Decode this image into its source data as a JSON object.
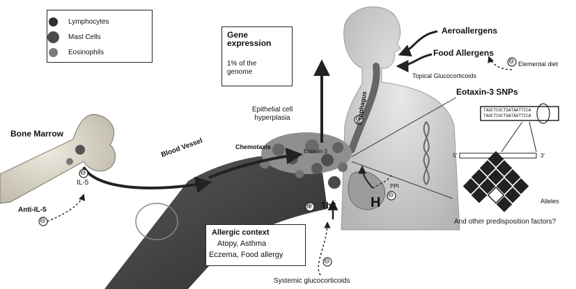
{
  "legend": {
    "items": [
      {
        "label": "Lymphocytes",
        "color": "#2e2e2e"
      },
      {
        "label": "Mast Cells",
        "color": "#4a4a4a"
      },
      {
        "label": "Eosinophils",
        "color": "#7a7a7a"
      }
    ]
  },
  "gene_expression": {
    "title": "Gene expression",
    "subtitle": "1% of the genome"
  },
  "allergic_context": {
    "title": "Allergic context",
    "line1": "Atopy, Asthma",
    "line2": "Eczema, Food allergy"
  },
  "labels": {
    "bone_marrow": "Bone Marrow",
    "blood_vessel": "Blood Vessel",
    "il5": "IL-5",
    "anti_il5": "Anti-IL-5",
    "epithelial": "Epithelial cell hyperplasia",
    "chemotaxis": "Chemotaxis",
    "eotaxin3": "Eotaxin-3",
    "esophagus": "Esophagus",
    "aeroallergens": "Aeroallergens",
    "food_allergens": "Food Allergens",
    "elemental_diet": "Elemental diet",
    "topical_gc": "Topical Glucocorticoids",
    "eotaxin3_snps": "Eotaxin-3 SNPs",
    "sequence_line1": "TAGCTCGCTGATAATTCCA",
    "sequence_line2": "TAGCTCGCTGATAGTTCCA",
    "five_prime": "5'",
    "three_prime": "3'",
    "alleles": "Alleles",
    "predisposition": "And other predisposition factors?",
    "th2": "Th2",
    "h1": "H",
    "ppi": "PPI",
    "systemic_gc": "Systemic glucocorticoids",
    "minus": "⊖",
    "plus": "⊕"
  },
  "colors": {
    "vessel": "#3a3a3a",
    "bone": "#d9d4c6",
    "tissue": "#8a8a8a",
    "body": "#cfcfcf",
    "arrow": "#222222"
  }
}
